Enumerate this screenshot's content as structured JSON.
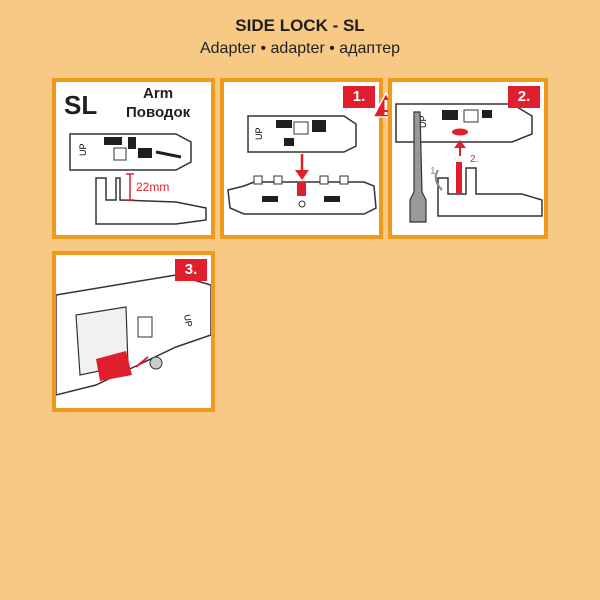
{
  "title": "SIDE LOCK - SL",
  "subtitle": "Adapter • adapter • адаптер",
  "panel_sl": {
    "code": "SL",
    "arm_label_line1": "Arm",
    "arm_label_line2": "Поводок",
    "dimension": "22mm",
    "up_text": "UP"
  },
  "step1": {
    "badge": "1.",
    "up_text": "UP"
  },
  "step2": {
    "badge": "2.",
    "up_text": "UP",
    "sub_step_1": "1.",
    "sub_step_2": "2."
  },
  "step3": {
    "badge": "3.",
    "up_text": "UP"
  },
  "colors": {
    "background": "#f7c985",
    "frame": "#ef9a1a",
    "accent_red": "#e01f2d"
  }
}
